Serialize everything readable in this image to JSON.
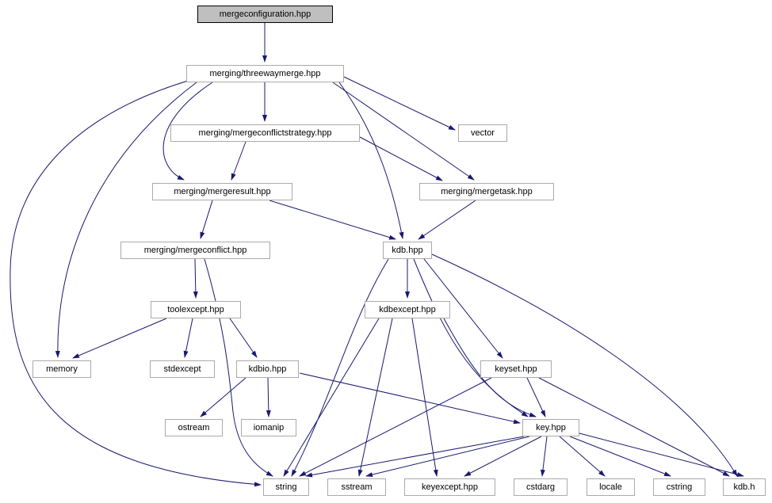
{
  "diagram": {
    "type": "include-dependency-graph",
    "root_file": "mergeconfiguration.hpp",
    "colors": {
      "edge": "#191970",
      "node_fill": "#ffffff",
      "node_border": "#b0a8a8",
      "root_fill": "#bfbfbf",
      "root_border": "#000000",
      "text": "#000000",
      "background": "#ffffff"
    },
    "nodes": [
      {
        "id": "mergeconfiguration",
        "label": "mergeconfiguration.hpp",
        "root": true
      },
      {
        "id": "threewaymerge",
        "label": "merging/threewaymerge.hpp"
      },
      {
        "id": "mergeconflictstrategy",
        "label": "merging/mergeconflictstrategy.hpp"
      },
      {
        "id": "vector",
        "label": "vector"
      },
      {
        "id": "mergeresult",
        "label": "merging/mergeresult.hpp"
      },
      {
        "id": "mergetask",
        "label": "merging/mergetask.hpp"
      },
      {
        "id": "mergeconflict",
        "label": "merging/mergeconflict.hpp"
      },
      {
        "id": "kdb_hpp",
        "label": "kdb.hpp"
      },
      {
        "id": "toolexcept",
        "label": "toolexcept.hpp"
      },
      {
        "id": "kdbexcept",
        "label": "kdbexcept.hpp"
      },
      {
        "id": "memory",
        "label": "memory"
      },
      {
        "id": "stdexcept",
        "label": "stdexcept"
      },
      {
        "id": "kdbio",
        "label": "kdbio.hpp"
      },
      {
        "id": "keyset",
        "label": "keyset.hpp"
      },
      {
        "id": "ostream",
        "label": "ostream"
      },
      {
        "id": "iomanip",
        "label": "iomanip"
      },
      {
        "id": "key_hpp",
        "label": "key.hpp"
      },
      {
        "id": "string",
        "label": "string"
      },
      {
        "id": "sstream",
        "label": "sstream"
      },
      {
        "id": "keyexcept",
        "label": "keyexcept.hpp"
      },
      {
        "id": "cstdarg",
        "label": "cstdarg"
      },
      {
        "id": "locale",
        "label": "locale"
      },
      {
        "id": "cstring",
        "label": "cstring"
      },
      {
        "id": "kdb_h",
        "label": "kdb.h"
      }
    ],
    "edges": [
      {
        "from": "mergeconfiguration",
        "to": "threewaymerge"
      },
      {
        "from": "threewaymerge",
        "to": "mergeconflictstrategy"
      },
      {
        "from": "threewaymerge",
        "to": "vector"
      },
      {
        "from": "threewaymerge",
        "to": "mergeresult"
      },
      {
        "from": "threewaymerge",
        "to": "mergetask"
      },
      {
        "from": "threewaymerge",
        "to": "kdb_hpp"
      },
      {
        "from": "threewaymerge",
        "to": "memory"
      },
      {
        "from": "threewaymerge",
        "to": "string"
      },
      {
        "from": "mergeconflictstrategy",
        "to": "mergeresult"
      },
      {
        "from": "mergeconflictstrategy",
        "to": "mergetask"
      },
      {
        "from": "mergeresult",
        "to": "mergeconflict"
      },
      {
        "from": "mergeresult",
        "to": "kdb_hpp"
      },
      {
        "from": "mergetask",
        "to": "kdb_hpp"
      },
      {
        "from": "mergeconflict",
        "to": "toolexcept"
      },
      {
        "from": "mergeconflict",
        "to": "string"
      },
      {
        "from": "toolexcept",
        "to": "memory"
      },
      {
        "from": "toolexcept",
        "to": "stdexcept"
      },
      {
        "from": "toolexcept",
        "to": "kdbio"
      },
      {
        "from": "kdb_hpp",
        "to": "kdbexcept"
      },
      {
        "from": "kdb_hpp",
        "to": "keyset"
      },
      {
        "from": "kdb_hpp",
        "to": "key_hpp"
      },
      {
        "from": "kdb_hpp",
        "to": "string"
      },
      {
        "from": "kdb_hpp",
        "to": "kdb_h"
      },
      {
        "from": "kdbexcept",
        "to": "keyexcept"
      },
      {
        "from": "kdbexcept",
        "to": "sstream"
      },
      {
        "from": "kdbexcept",
        "to": "string"
      },
      {
        "from": "kdbexcept",
        "to": "key_hpp"
      },
      {
        "from": "kdbio",
        "to": "ostream"
      },
      {
        "from": "kdbio",
        "to": "iomanip"
      },
      {
        "from": "kdbio",
        "to": "key_hpp"
      },
      {
        "from": "keyset",
        "to": "key_hpp"
      },
      {
        "from": "keyset",
        "to": "kdb_h"
      },
      {
        "from": "keyset",
        "to": "string"
      },
      {
        "from": "key_hpp",
        "to": "string"
      },
      {
        "from": "key_hpp",
        "to": "sstream"
      },
      {
        "from": "key_hpp",
        "to": "keyexcept"
      },
      {
        "from": "key_hpp",
        "to": "cstdarg"
      },
      {
        "from": "key_hpp",
        "to": "locale"
      },
      {
        "from": "key_hpp",
        "to": "cstring"
      },
      {
        "from": "key_hpp",
        "to": "kdb_h"
      }
    ]
  }
}
